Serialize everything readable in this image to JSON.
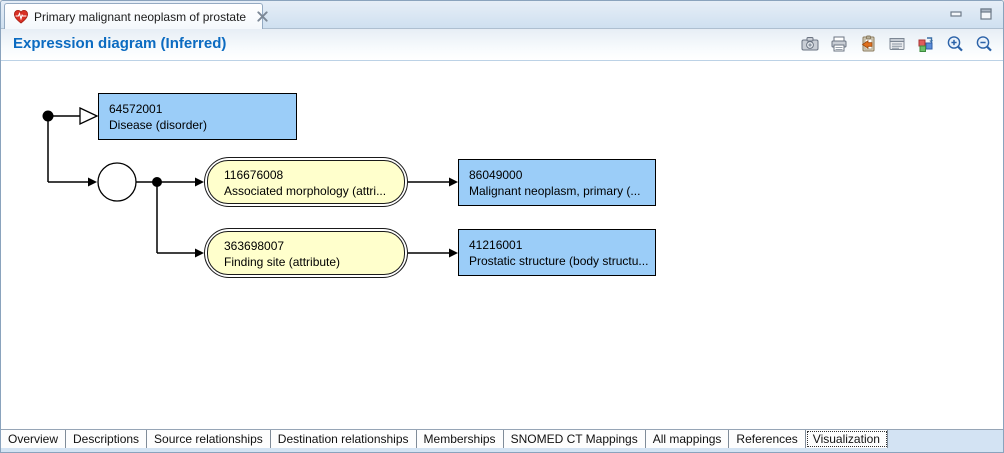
{
  "window": {
    "tab_title": "Primary malignant neoplasm of prostate",
    "controls": [
      "minimize",
      "maximize"
    ]
  },
  "header": {
    "title": "Expression diagram (Inferred)"
  },
  "toolbar": {
    "icons": [
      {
        "name": "camera-snapshot-icon"
      },
      {
        "name": "print-icon"
      },
      {
        "name": "copy-to-clipboard-icon"
      },
      {
        "name": "properties-report-icon"
      },
      {
        "name": "export-ontology-icon"
      },
      {
        "name": "zoom-in-icon"
      },
      {
        "name": "zoom-out-icon"
      }
    ]
  },
  "diagram": {
    "nodes": [
      {
        "id": "64572001",
        "term": "Disease (disorder)",
        "type": "concept"
      },
      {
        "id": "116676008",
        "term": "Associated morphology (attri...",
        "type": "attribute"
      },
      {
        "id": "86049000",
        "term": "Malignant neoplasm, primary (...",
        "type": "concept"
      },
      {
        "id": "363698007",
        "term": "Finding site (attribute)",
        "type": "attribute"
      },
      {
        "id": "41216001",
        "term": "Prostatic structure (body structu...",
        "type": "concept"
      }
    ]
  },
  "bottom_tabs": {
    "items": [
      "Overview",
      "Descriptions",
      "Source relationships",
      "Destination relationships",
      "Memberships",
      "SNOMED CT Mappings",
      "All mappings",
      "References",
      "Visualization"
    ],
    "selected": "Visualization"
  },
  "colors": {
    "concept_fill": "#9BCDF8",
    "attribute_fill": "#FFFFCC",
    "header_text": "#0B6BC1",
    "tabbar_bg": "#CFE0F0",
    "bottombar_bg": "#D3E3F3",
    "heart_icon_red": "#D93025"
  }
}
